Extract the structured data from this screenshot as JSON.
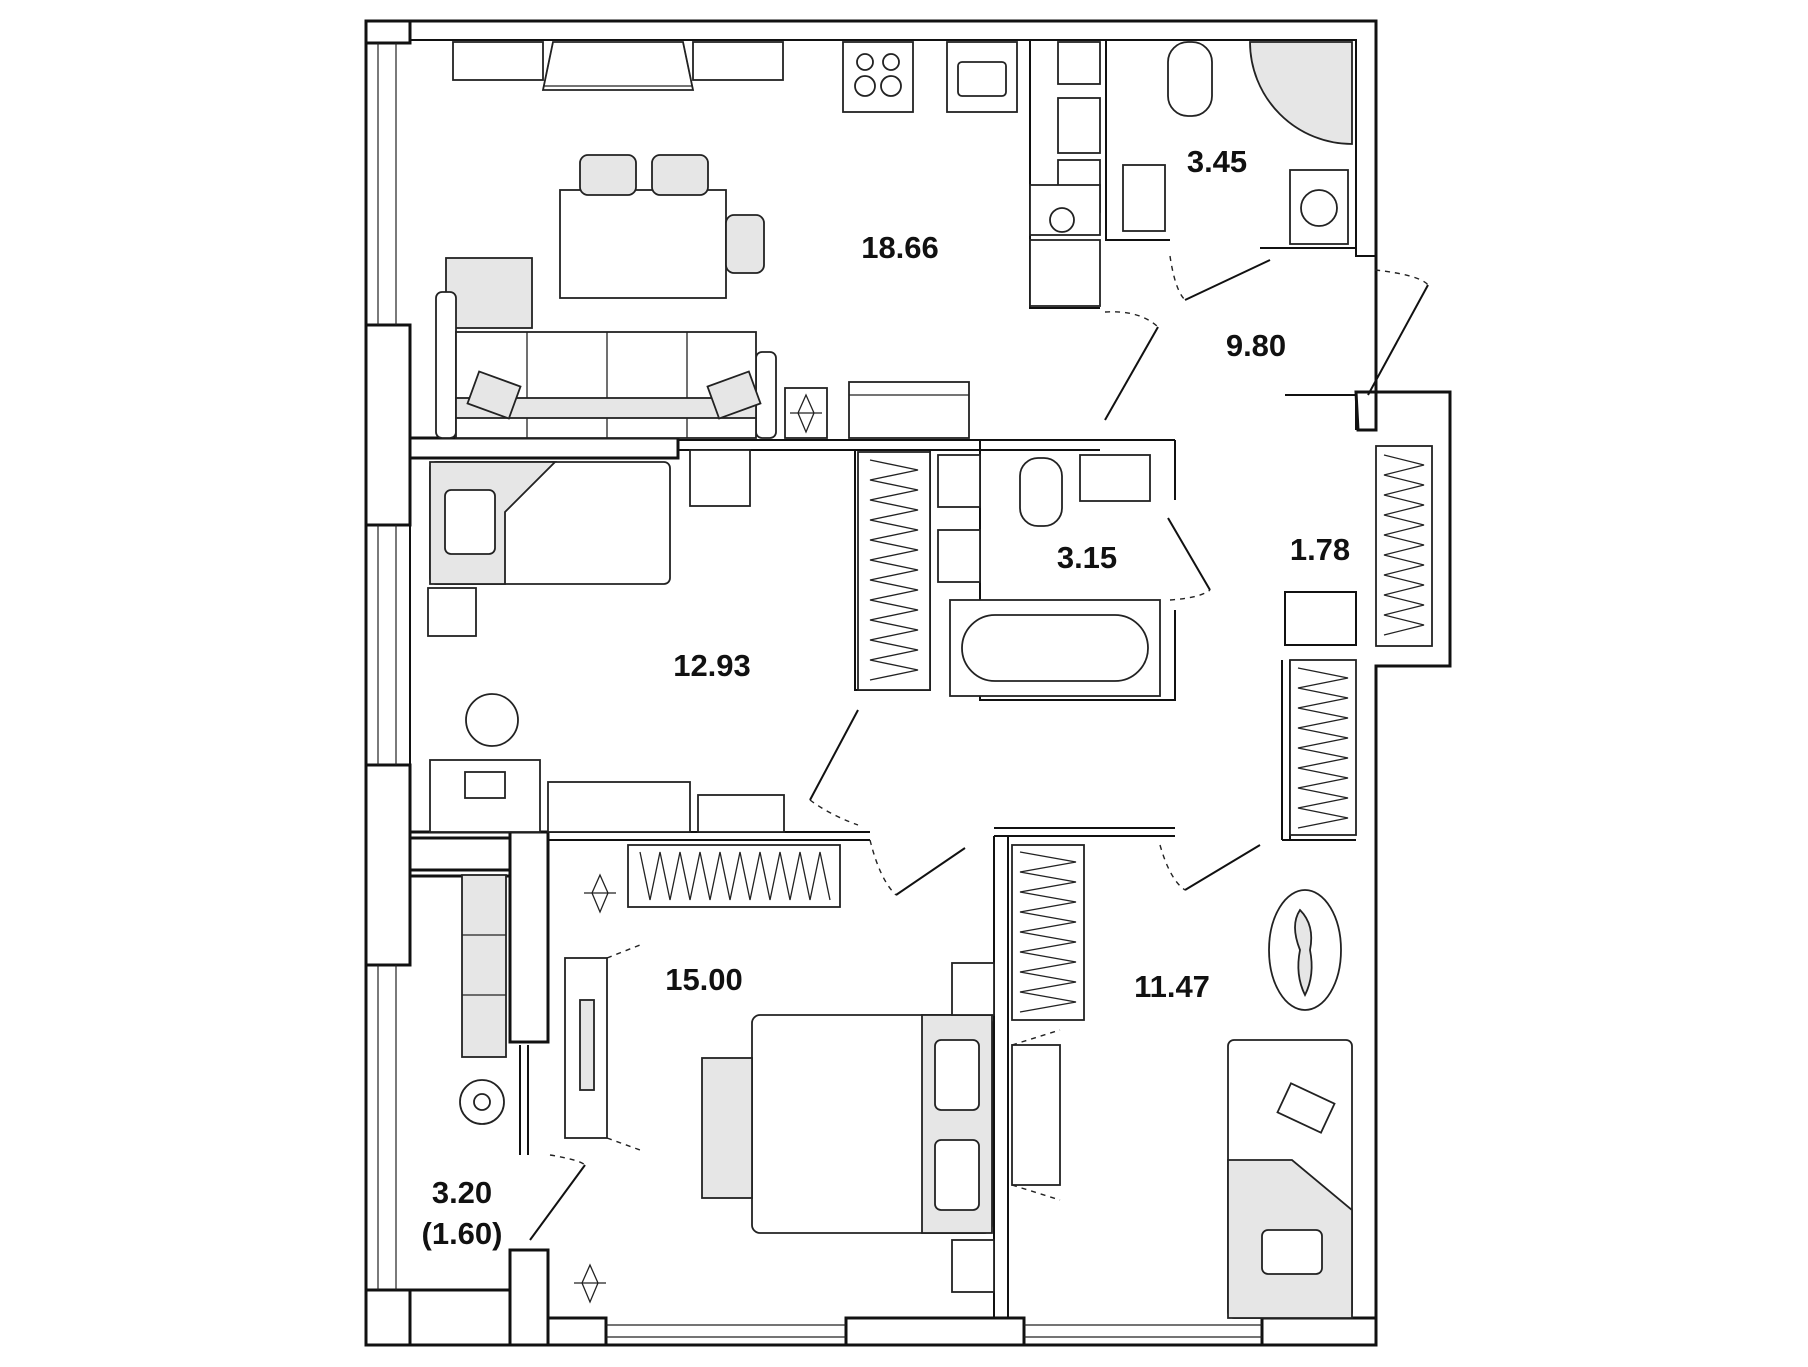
{
  "rooms": [
    {
      "id": "kitchen-living",
      "area": "18.66"
    },
    {
      "id": "bathroom-top",
      "area": "3.45"
    },
    {
      "id": "hallway",
      "area": "9.80"
    },
    {
      "id": "bathroom-middle",
      "area": "3.15"
    },
    {
      "id": "storage",
      "area": "1.78"
    },
    {
      "id": "bedroom-left",
      "area": "12.93"
    },
    {
      "id": "bedroom-main",
      "area": "15.00"
    },
    {
      "id": "bedroom-right",
      "area": "11.47"
    },
    {
      "id": "balcony",
      "area": "3.20",
      "area_reduced": "(1.60)"
    }
  ],
  "colors": {
    "wall": "#111111",
    "furniture_fill": "#e6e6e6",
    "background": "#ffffff"
  }
}
